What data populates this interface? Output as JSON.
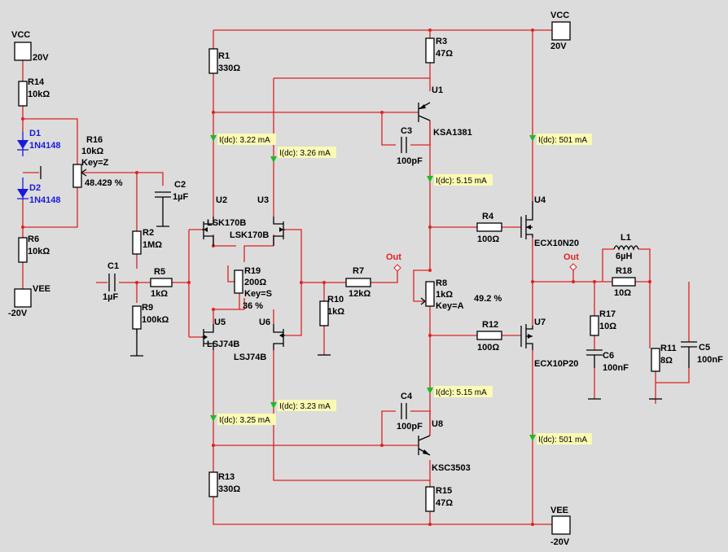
{
  "supply": {
    "vcc_left_name": "VCC",
    "vcc_left_value": "20V",
    "vee_left_name": "VEE",
    "vee_left_value": "-20V",
    "vcc_right_name": "VCC",
    "vcc_right_value": "20V",
    "vee_right_name": "VEE",
    "vee_right_value": "-20V"
  },
  "components": {
    "R14": {
      "ref": "R14",
      "value": "10kΩ"
    },
    "D1": {
      "ref": "D1",
      "value": "1N4148"
    },
    "D2": {
      "ref": "D2",
      "value": "1N4148"
    },
    "R6": {
      "ref": "R6",
      "value": "10kΩ"
    },
    "R16": {
      "ref": "R16",
      "value": "10kΩ",
      "key": "Key=Z",
      "pct": "48.429 %"
    },
    "C2": {
      "ref": "C2",
      "value": "1µF"
    },
    "R2": {
      "ref": "R2",
      "value": "1MΩ"
    },
    "C1": {
      "ref": "C1",
      "value": "1µF"
    },
    "R5": {
      "ref": "R5",
      "value": "1kΩ"
    },
    "R9": {
      "ref": "R9",
      "value": "100kΩ"
    },
    "R1": {
      "ref": "R1",
      "value": "330Ω"
    },
    "R13": {
      "ref": "R13",
      "value": "330Ω"
    },
    "U2": {
      "ref": "U2",
      "value": "LSK170B"
    },
    "U3": {
      "ref": "U3",
      "value": "LSK170B"
    },
    "U5": {
      "ref": "U5",
      "value": "LSJ74B"
    },
    "U6": {
      "ref": "U6",
      "value": "LSJ74B"
    },
    "R19": {
      "ref": "R19",
      "value": "200Ω",
      "key": "Key=S",
      "pct": "36 %"
    },
    "R7": {
      "ref": "R7",
      "value": "12kΩ"
    },
    "R10": {
      "ref": "R10",
      "value": "1kΩ"
    },
    "R3": {
      "ref": "R3",
      "value": "47Ω"
    },
    "U1": {
      "ref": "U1",
      "value": "KSA1381"
    },
    "C3": {
      "ref": "C3",
      "value": "100pF"
    },
    "R8": {
      "ref": "R8",
      "value": "1kΩ",
      "key": "Key=A",
      "pct": "49.2 %"
    },
    "C4": {
      "ref": "C4",
      "value": "100pF"
    },
    "U8": {
      "ref": "U8",
      "value": "KSC3503"
    },
    "R15": {
      "ref": "R15",
      "value": "47Ω"
    },
    "R4": {
      "ref": "R4",
      "value": "100Ω"
    },
    "R12": {
      "ref": "R12",
      "value": "100Ω"
    },
    "U4": {
      "ref": "U4",
      "value": "ECX10N20"
    },
    "U7": {
      "ref": "U7",
      "value": "ECX10P20"
    },
    "L1": {
      "ref": "L1",
      "value": "6µH"
    },
    "R18": {
      "ref": "R18",
      "value": "10Ω"
    },
    "R17": {
      "ref": "R17",
      "value": "10Ω"
    },
    "C6": {
      "ref": "C6",
      "value": "100nF"
    },
    "R11": {
      "ref": "R11",
      "value": "8Ω"
    },
    "C5": {
      "ref": "C5",
      "value": "100nF"
    }
  },
  "net_labels": {
    "out_mid": "Out",
    "out_right": "Out"
  },
  "probes": {
    "p1": "I(dc): 3.22 mA",
    "p2": "I(dc): 3.26 mA",
    "p3": "I(dc): 5.15 mA",
    "p4": "I(dc): 501 mA",
    "p5": "I(dc): 3.25 mA",
    "p6": "I(dc): 3.23 mA",
    "p7": "I(dc): 5.15 mA",
    "p8": "I(dc): 501 mA"
  },
  "colors": {
    "wire": "#dd2222",
    "diode": "#1a1adc",
    "probe_bg": "#fafab4",
    "probe_arrow": "#22b822",
    "background": "#dcdcdc"
  }
}
